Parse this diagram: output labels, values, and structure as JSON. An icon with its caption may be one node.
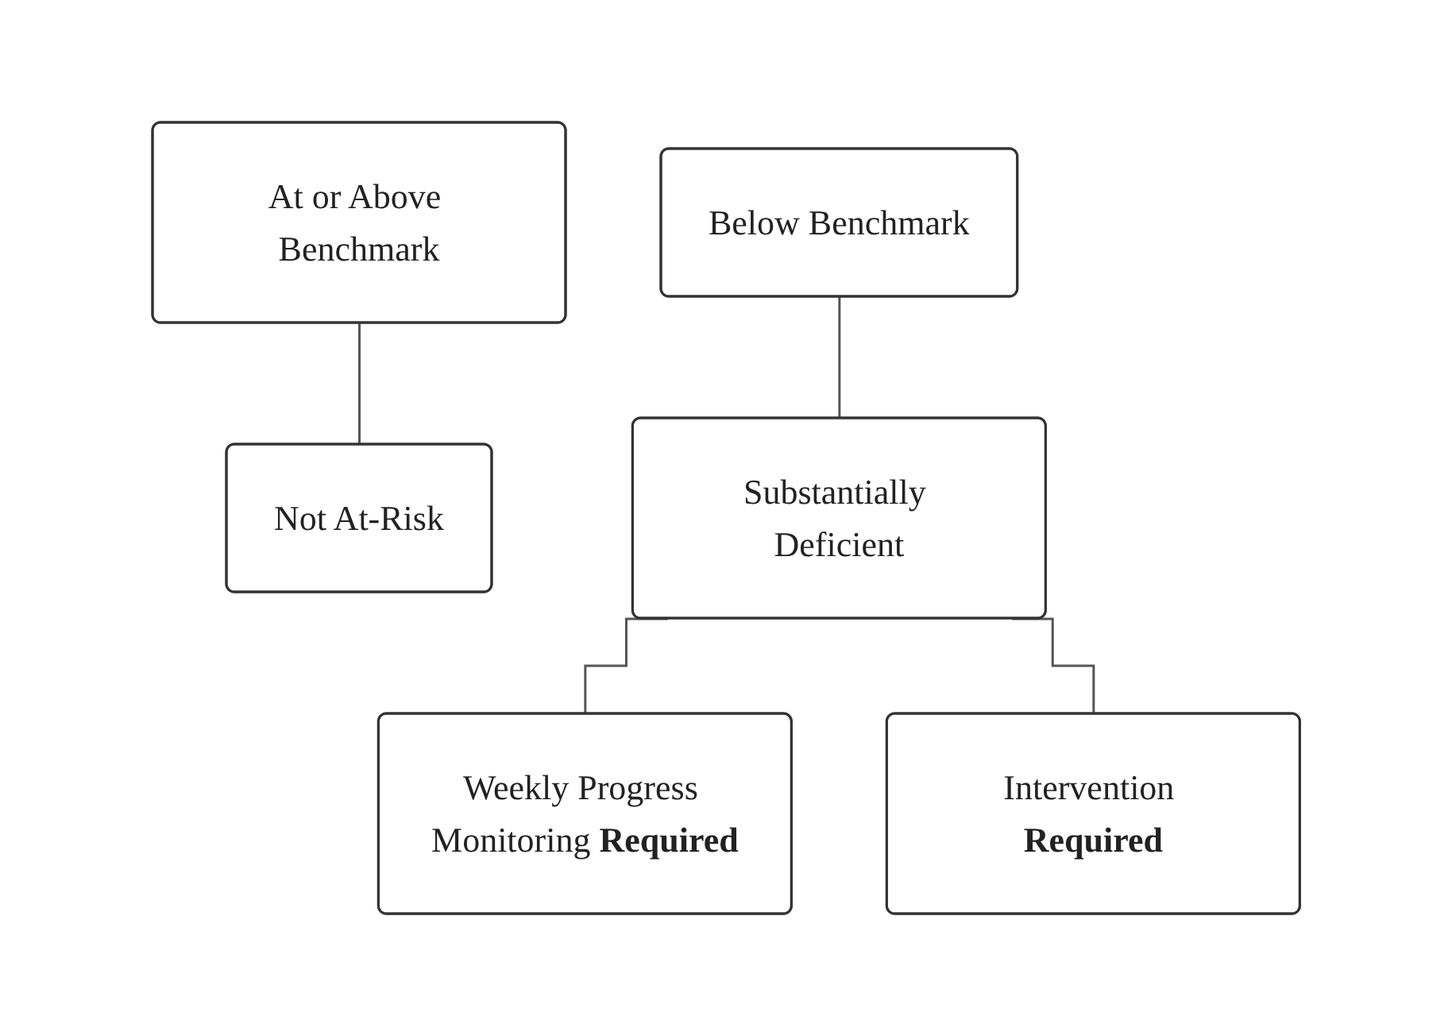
{
  "diagram": {
    "nodes": [
      {
        "text": [
          "At or Above Benchmark"
        ]
      },
      {
        "text": [
          "Not At-Risk"
        ]
      },
      {
        "text": [
          "Below Benchmark"
        ]
      },
      {
        "text": [
          "Substantially Deficient"
        ]
      },
      {
        "text": [
          "Weekly Progress Monitoring **Required**"
        ]
      },
      {
        "text": [
          "Intervention **Required**"
        ]
      }
    ],
    "edges": [
      {
        "from": 0,
        "to": 1,
        "arrow": "none"
      },
      {
        "from": 2,
        "to": 3,
        "arrow": "none"
      },
      {
        "from": 3,
        "to": 4,
        "arrow": "none"
      },
      {
        "from": 3,
        "to": 5,
        "arrow": "none"
      }
    ]
  }
}
